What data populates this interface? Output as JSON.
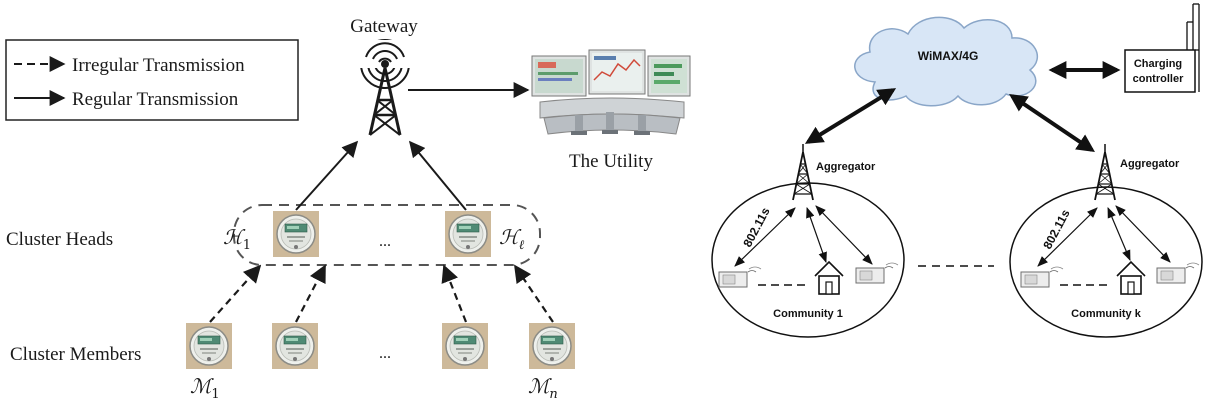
{
  "legend": {
    "irregular": "Irregular Transmission",
    "regular": "Regular Transmission"
  },
  "left": {
    "gateway_label": "Gateway",
    "utility_label": "The Utility",
    "cluster_heads_label": "Cluster Heads",
    "cluster_members_label": "Cluster Members",
    "ellipsis": "...",
    "head_first": {
      "symbol": "ℋ",
      "sub": "1"
    },
    "head_last": {
      "symbol": "ℋ",
      "sub": "ℓ"
    },
    "member_first": {
      "symbol": "ℳ",
      "sub": "1"
    },
    "member_last": {
      "symbol": "ℳ",
      "sub": "n"
    }
  },
  "right": {
    "cloud_label": "WiMAX/4G",
    "charging_line1": "Charging",
    "charging_line2": "controller",
    "aggregator_left": "Aggregator",
    "aggregator_right": "Aggregator",
    "link_left": "802.11s",
    "link_right": "802.11s",
    "community_left": "Community 1",
    "community_right": "Community k"
  },
  "colors": {
    "line": "#1a1a1a",
    "cloud_fill": "#d8e6f6",
    "cloud_stroke": "#8aa6c8",
    "meter_face": "#e6e9e4",
    "meter_bg": "#c9b79c",
    "meter_screen": "#5b8f7a"
  },
  "icons": {
    "gateway": "antenna-tower-icon",
    "utility": "control-room-icon",
    "meter": "smart-meter-icon",
    "house": "house-icon",
    "device": "wireless-device-icon"
  }
}
